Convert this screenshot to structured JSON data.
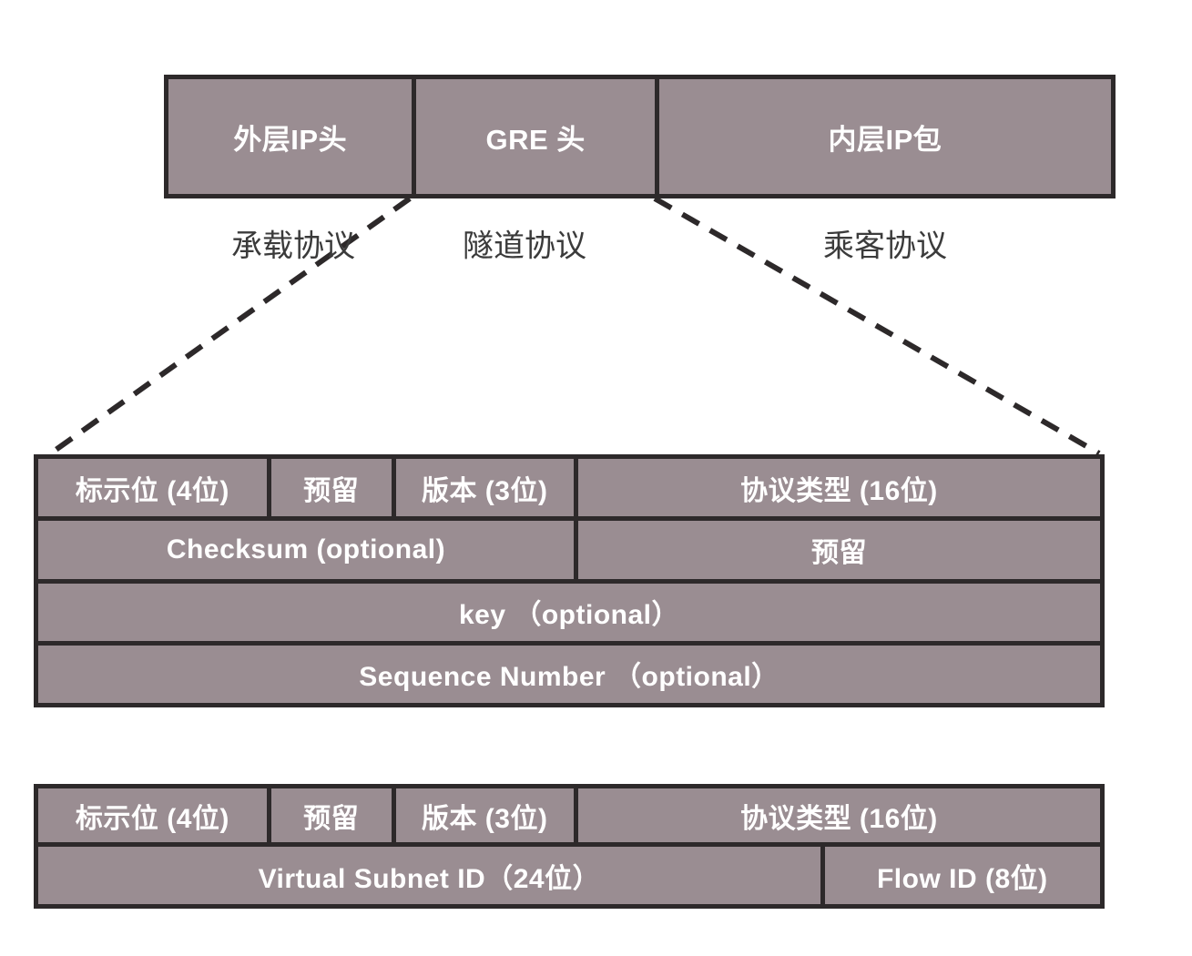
{
  "diagram": {
    "packet_row": {
      "cells": [
        {
          "label": "外层IP头"
        },
        {
          "label": "GRE 头"
        },
        {
          "label": "内层IP包"
        }
      ]
    },
    "protocol_labels": [
      {
        "label": "承载协议"
      },
      {
        "label": "隧道协议"
      },
      {
        "label": "乘客协议"
      }
    ],
    "gre_header_table": {
      "rows": [
        {
          "cells": [
            {
              "label": "标示位 (4位)"
            },
            {
              "label": "预留"
            },
            {
              "label": "版本 (3位)"
            },
            {
              "label": "协议类型 (16位)"
            }
          ]
        },
        {
          "cells": [
            {
              "label": "Checksum (optional)"
            },
            {
              "label": "预留"
            }
          ]
        },
        {
          "cells": [
            {
              "label": "key （optional）"
            }
          ]
        },
        {
          "cells": [
            {
              "label": "Sequence Number （optional）"
            }
          ]
        }
      ]
    },
    "nvgre_header_table": {
      "rows": [
        {
          "cells": [
            {
              "label": "标示位 (4位)"
            },
            {
              "label": "预留"
            },
            {
              "label": "版本 (3位)"
            },
            {
              "label": "协议类型 (16位)"
            }
          ]
        },
        {
          "cells": [
            {
              "label": "Virtual Subnet ID（24位）"
            },
            {
              "label": "Flow ID (8位)"
            }
          ]
        }
      ]
    },
    "colors": {
      "box_fill": "#9a8d92",
      "line": "#2d292a",
      "box_text": "#ffffff",
      "label_text": "#3b3b3b",
      "background": "#ffffff"
    }
  }
}
